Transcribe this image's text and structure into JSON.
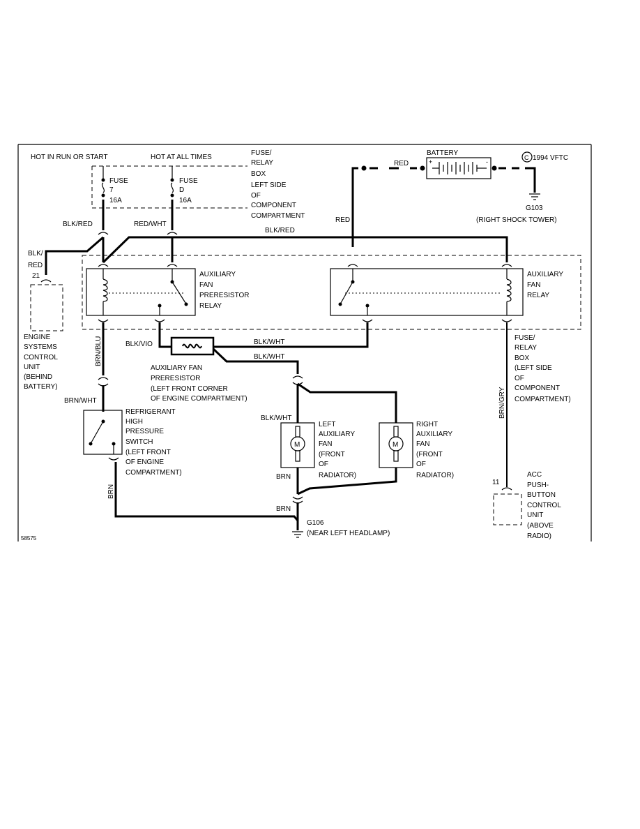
{
  "labels": {
    "hot_run_start": "HOT IN RUN OR START",
    "hot_all_times": "HOT AT ALL TIMES",
    "fuse_box_top": [
      "FUSE/",
      "RELAY",
      "BOX",
      "LEFT SIDE",
      "OF",
      "COMPONENT",
      "COMPARTMENT"
    ],
    "fuse7": [
      "FUSE",
      "7",
      "16A"
    ],
    "fused": [
      "FUSE",
      "D",
      "16A"
    ],
    "battery": "BATTERY",
    "copyright": "1994 VFTC",
    "copyright_symbol": "C",
    "g103": [
      "G103",
      "(RIGHT SHOCK TOWER)"
    ],
    "wire_blk_red_top": "BLK/RED",
    "wire_red_wht": "RED/WHT",
    "wire_blk_red_mid": "BLK/RED",
    "wire_red_left": "RED",
    "wire_red_top": "RED",
    "wire_blk_red_left": [
      "BLK/",
      "RED"
    ],
    "pin_21": "21",
    "ecu": [
      "ENGINE",
      "SYSTEMS",
      "CONTROL",
      "UNIT",
      "(BEHIND",
      "BATTERY)"
    ],
    "aux_fan_preresistor_relay": [
      "AUXILIARY",
      "FAN",
      "PRERESISTOR",
      "RELAY"
    ],
    "aux_fan_relay": [
      "AUXILIARY",
      "FAN",
      "RELAY"
    ],
    "wire_blk_vio": "BLK/VIO",
    "wire_blk_wht_1": "BLK/WHT",
    "wire_blk_wht_2": "BLK/WHT",
    "wire_brn_blu": "BRN/BLU",
    "preresistor": [
      "AUXILIARY FAN",
      "PRERESISTOR",
      "(LEFT FRONT CORNER",
      "OF ENGINE COMPARTMENT)"
    ],
    "fuse_box_right": [
      "FUSE/",
      "RELAY",
      "BOX",
      "(LEFT SIDE",
      "OF",
      "COMPONENT",
      "COMPARTMENT)"
    ],
    "wire_brn_wht": "BRN/WHT",
    "refrigerant_switch": [
      "REFRIGERANT",
      "HIGH",
      "PRESSURE",
      "SWITCH",
      "(LEFT FRONT",
      "OF ENGINE",
      "COMPARTMENT)"
    ],
    "wire_blk_wht_3": "BLK/WHT",
    "left_fan": [
      "LEFT",
      "AUXILIARY",
      "FAN",
      "(FRONT",
      "OF",
      "RADIATOR)"
    ],
    "right_fan": [
      "RIGHT",
      "AUXILIARY",
      "FAN",
      "(FRONT",
      "OF",
      "RADIATOR)"
    ],
    "motor_symbol": "M",
    "wire_brn_gry": "BRN/GRY",
    "wire_brn_1": "BRN",
    "wire_brn_2": "BRN",
    "wire_brn_3": "BRN",
    "pin_11": "11",
    "acc": [
      "ACC",
      "PUSH-",
      "BUTTON",
      "CONTROL",
      "UNIT",
      "(ABOVE",
      "RADIO)"
    ],
    "g106": [
      "G106",
      "(NEAR LEFT HEADLAMP)"
    ],
    "figure_id": "58575"
  }
}
